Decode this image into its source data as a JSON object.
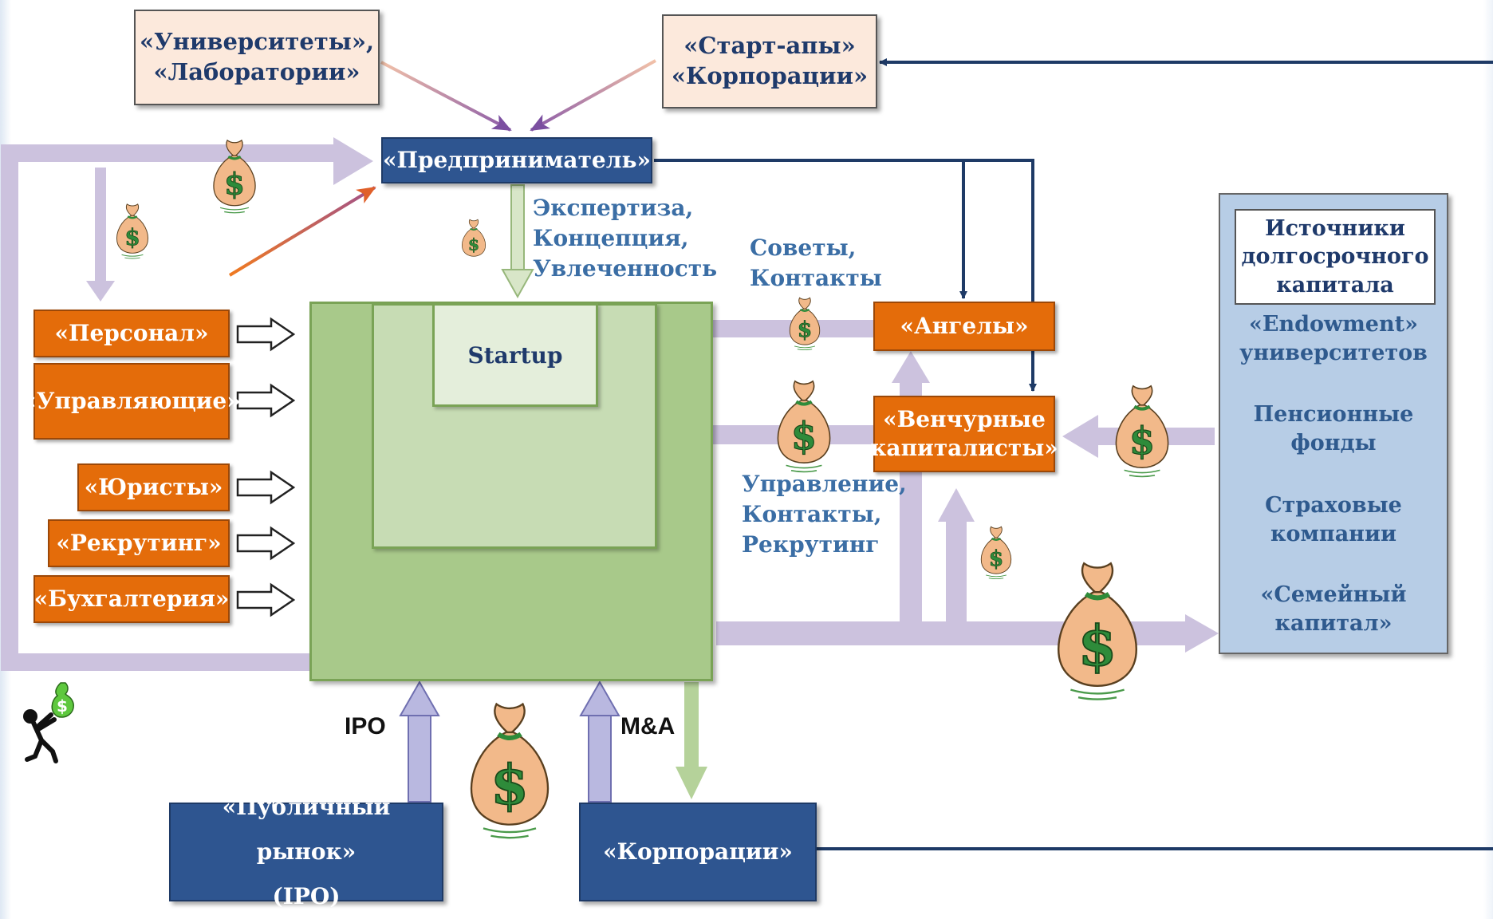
{
  "diagram": {
    "universities": "«Университеты»,\n«Лаборатории»",
    "startups_corps": "«Старт-апы»\n«Корпорации»",
    "entrepreneur": "«Предприниматель»",
    "expertise": "Экспертиза,\nКонцепция,\nУвлеченность",
    "advice": "Советы,\nКонтакты",
    "management": "Управление,\nКонтакты,\nРекрутинг",
    "startup": "Startup",
    "angels": "«Ангелы»",
    "vc": "«Венчурные\nкапиталисты»",
    "services": [
      "«Персонал»",
      "«Управляющие»",
      "«Юристы»",
      "«Рекрутинг»",
      "«Бухгалтерия»"
    ],
    "sources_title": "Источники\nдолгосрочного\nкапитала",
    "sources": [
      "«Endowment»\nуниверситетов",
      "Пенсионные\nфонды",
      "Страховые\nкомпании",
      "«Семейный\nкапитал»"
    ],
    "ipo_label": "IPO",
    "ma_label": "M&A",
    "public_market": "«Публичный рынок»\n(IPO)",
    "corporations": "«Корпорации»"
  },
  "colors": {
    "orange": "#e46c0a",
    "navy": "#2e5590",
    "lavender": "#ccc2de",
    "green": "#a8c98a",
    "sources": "#b7cde6"
  }
}
